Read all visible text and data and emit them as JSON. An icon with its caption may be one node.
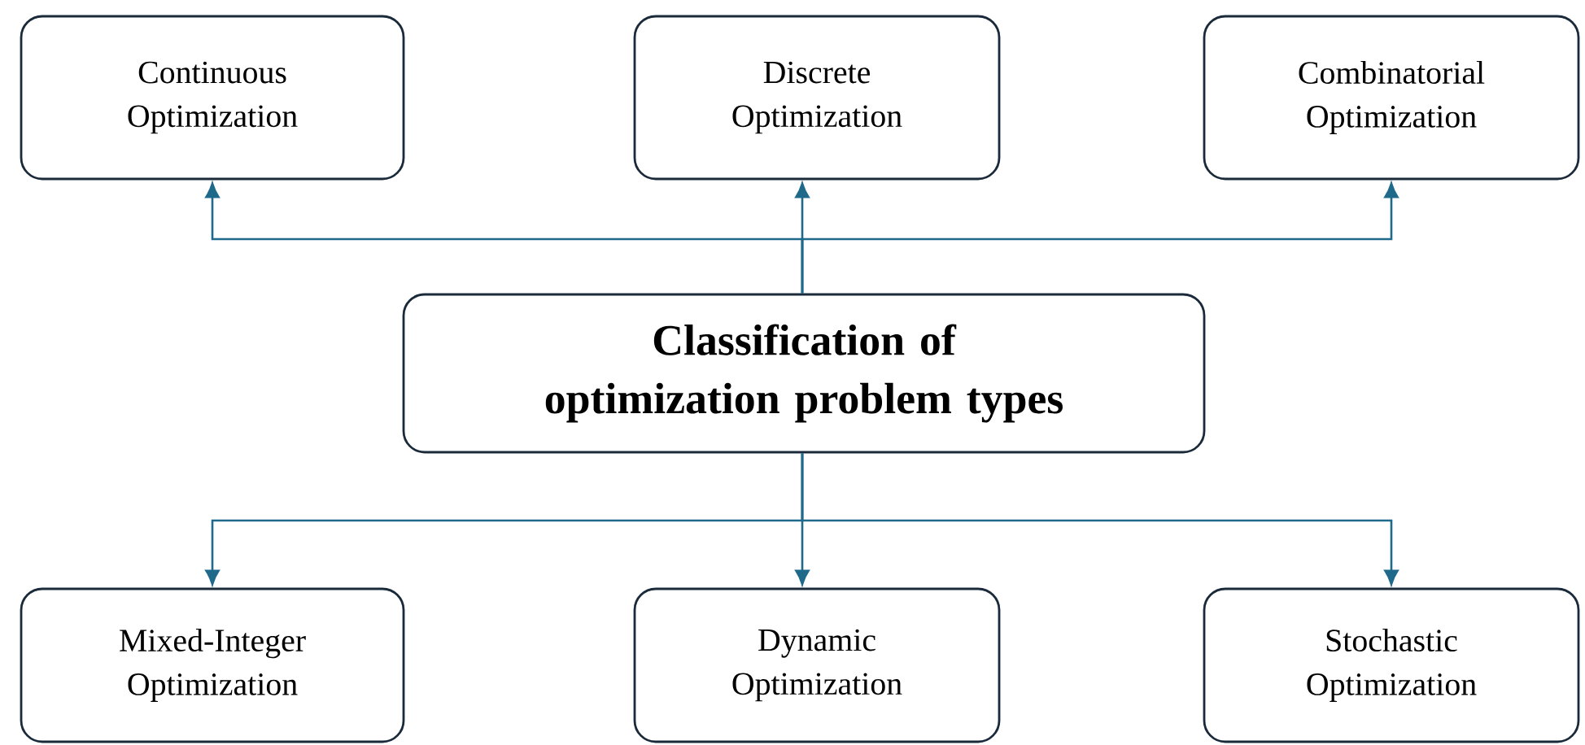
{
  "diagram": {
    "nodes": [
      {
        "text": [
          "Classification of optimization problem types"
        ]
      },
      {
        "text": [
          "Continuous Optimization"
        ]
      },
      {
        "text": [
          "Discrete Optimization"
        ]
      },
      {
        "text": [
          "Combinatorial Optimization"
        ]
      },
      {
        "text": [
          "Mixed-Integer Optimization"
        ]
      },
      {
        "text": [
          "Dynamic Optimization"
        ]
      },
      {
        "text": [
          "Stochastic Optimization"
        ]
      }
    ],
    "edges": [
      {
        "from": 0,
        "to": 1,
        "arrow": "to"
      },
      {
        "from": 0,
        "to": 2,
        "arrow": "to"
      },
      {
        "from": 0,
        "to": 3,
        "arrow": "to"
      },
      {
        "from": 0,
        "to": 4,
        "arrow": "to"
      },
      {
        "from": 0,
        "to": 5,
        "arrow": "to"
      },
      {
        "from": 0,
        "to": 6,
        "arrow": "to"
      }
    ]
  }
}
